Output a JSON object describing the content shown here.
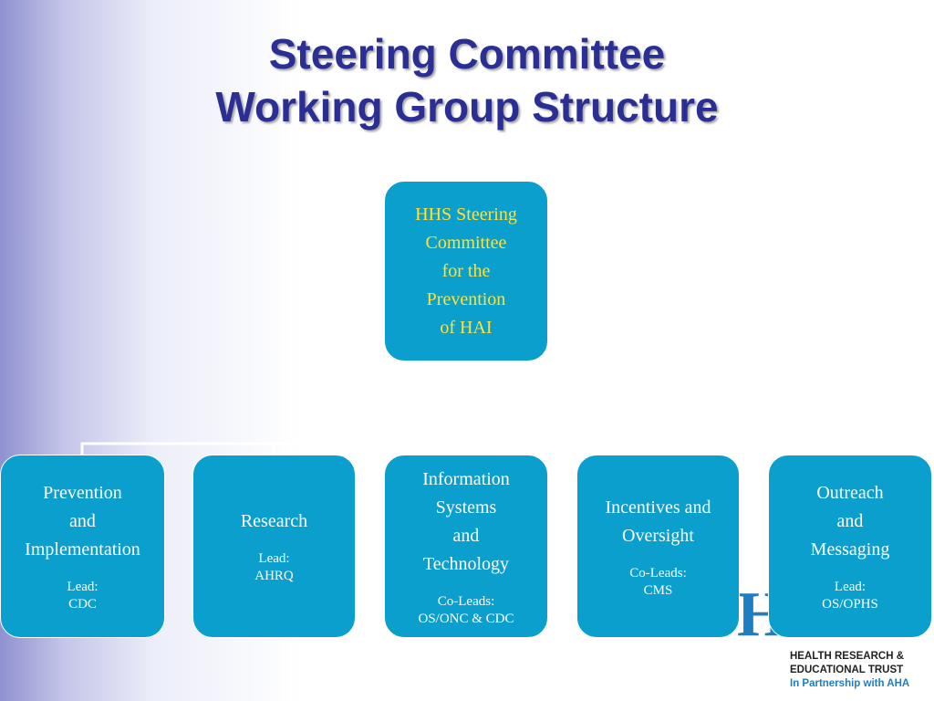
{
  "title": {
    "line1": "Steering Committee",
    "line2": "Working Group Structure"
  },
  "top_box": {
    "name": "HHS Steering\nCommittee\nfor the\nPrevention\nof HAI"
  },
  "groups": [
    {
      "name": "Prevention\nand\nImplementation",
      "lead": "Lead:\nCDC"
    },
    {
      "name": "Research",
      "lead": "Lead:\nAHRQ"
    },
    {
      "name": "Information\nSystems\nand\nTechnology",
      "lead": "Co-Leads:\nOS/ONC & CDC"
    },
    {
      "name": "Incentives and\nOversight",
      "lead": "Co-Leads:\nCMS"
    },
    {
      "name": "Outreach\nand\nMessaging",
      "lead": "Lead:\nOS/OPHS"
    }
  ],
  "logo": {
    "mark": "HRET",
    "line1": "HEALTH RESEARCH &",
    "line2": "EDUCATIONAL TRUST",
    "line3": "In Partnership with AHA"
  },
  "colors": {
    "title": "#2b2f93",
    "box_fill": "#0a9fcd",
    "top_box_text": "#ffe234",
    "box_text": "#ffffff",
    "logo_blue": "#1f7ec1"
  }
}
